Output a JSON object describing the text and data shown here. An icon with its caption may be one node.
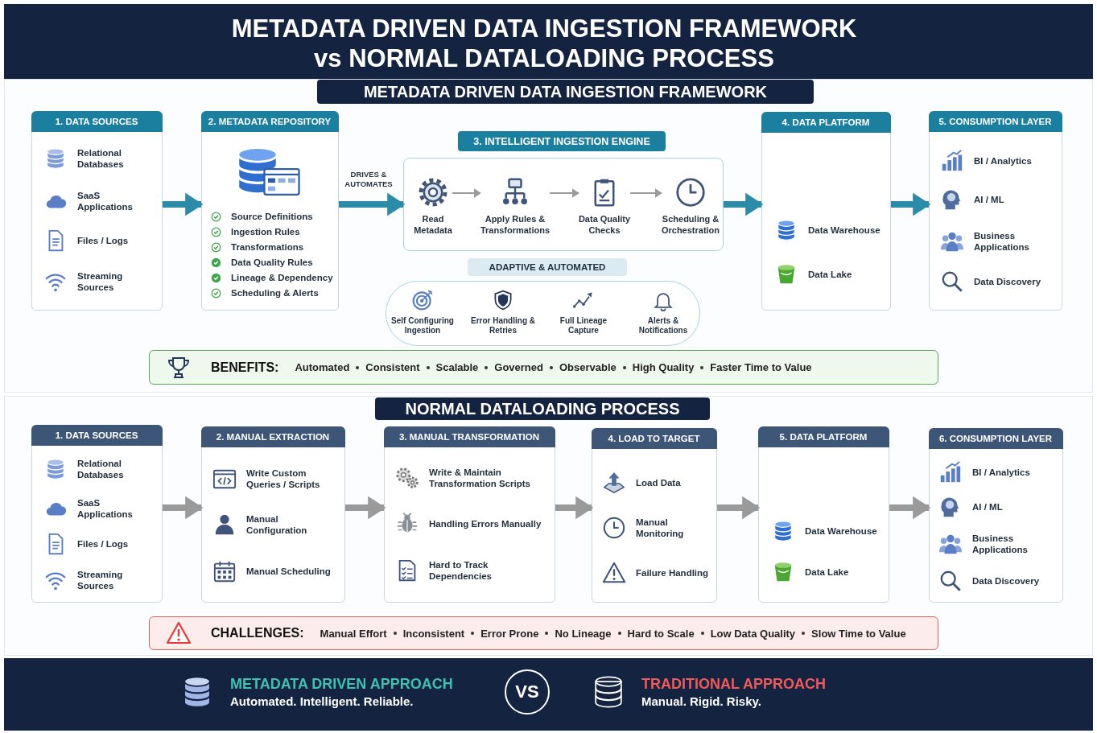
{
  "diagram": {
    "title": "METADATA DRIVEN DATA INGESTION FRAMEWORK vs NORMAL DATALOADING PROCESS",
    "nodes": [
      {
        "text": [
          "METADATA DRIVEN DATA INGESTION FRAMEWORK"
        ]
      },
      {
        "text": [
          "1. DATA SOURCES"
        ],
        "in": 0
      },
      {
        "text": [
          "Relational Databases"
        ],
        "in": 1
      },
      {
        "text": [
          "SaaS Applications"
        ],
        "in": 1
      },
      {
        "text": [
          "Files / Logs"
        ],
        "in": 1
      },
      {
        "text": [
          "Streaming Sources"
        ],
        "in": 1
      },
      {
        "text": [
          "2. METADATA REPOSITORY"
        ],
        "in": 0
      },
      {
        "text": [
          "Source Definitions"
        ],
        "in": 6
      },
      {
        "text": [
          "Ingestion Rules"
        ],
        "in": 6
      },
      {
        "text": [
          "Transformations"
        ],
        "in": 6
      },
      {
        "text": [
          "Data Quality Rules"
        ],
        "in": 6
      },
      {
        "text": [
          "Lineage & Dependency"
        ],
        "in": 6
      },
      {
        "text": [
          "Scheduling & Alerts"
        ],
        "in": 6
      },
      {
        "text": [
          "3. INTELLIGENT INGESTION ENGINE"
        ],
        "in": 0
      },
      {
        "text": [
          "Read Metadata"
        ],
        "in": 13
      },
      {
        "text": [
          "Apply Rules & Transformations"
        ],
        "in": 13
      },
      {
        "text": [
          "Data Quality Checks"
        ],
        "in": 13
      },
      {
        "text": [
          "Scheduling & Orchestration"
        ],
        "in": 13
      },
      {
        "text": [
          "ADAPTIVE & AUTOMATED"
        ],
        "in": 0
      },
      {
        "text": [
          "Self Configuring Ingestion"
        ],
        "in": 18
      },
      {
        "text": [
          "Error Handling & Retries"
        ],
        "in": 18
      },
      {
        "text": [
          "Full Lineage Capture"
        ],
        "in": 18
      },
      {
        "text": [
          "Alerts & Notifications"
        ],
        "in": 18
      },
      {
        "text": [
          "4. DATA PLATFORM"
        ],
        "in": 0
      },
      {
        "text": [
          "Data Warehouse"
        ],
        "in": 23
      },
      {
        "text": [
          "Data Lake"
        ],
        "in": 23
      },
      {
        "text": [
          "5. CONSUMPTION LAYER"
        ],
        "in": 0
      },
      {
        "text": [
          "BI / Analytics"
        ],
        "in": 26
      },
      {
        "text": [
          "AI / ML"
        ],
        "in": 26
      },
      {
        "text": [
          "Business Applications"
        ],
        "in": 26
      },
      {
        "text": [
          "Data Discovery"
        ],
        "in": 26
      },
      {
        "text": [
          "BENEFITS:",
          "Automated",
          "Consistent",
          "Scalable",
          "Governed",
          "Observable",
          "High Quality",
          "Faster Time to Value"
        ],
        "in": 0
      },
      {
        "text": [
          "NORMAL DATALOADING PROCESS"
        ]
      },
      {
        "text": [
          "1. DATA SOURCES"
        ],
        "in": 32
      },
      {
        "text": [
          "Relational Databases"
        ],
        "in": 33
      },
      {
        "text": [
          "SaaS Applications"
        ],
        "in": 33
      },
      {
        "text": [
          "Files / Logs"
        ],
        "in": 33
      },
      {
        "text": [
          "Streaming Sources"
        ],
        "in": 33
      },
      {
        "text": [
          "2. MANUAL EXTRACTION"
        ],
        "in": 32
      },
      {
        "text": [
          "Write Custom Queries / Scripts"
        ],
        "in": 38
      },
      {
        "text": [
          "Manual Configuration"
        ],
        "in": 38
      },
      {
        "text": [
          "Manual Scheduling"
        ],
        "in": 38
      },
      {
        "text": [
          "3. MANUAL TRANSFORMATION"
        ],
        "in": 32
      },
      {
        "text": [
          "Write & Maintain Transformation Scripts"
        ],
        "in": 42
      },
      {
        "text": [
          "Handling Errors Manually"
        ],
        "in": 42
      },
      {
        "text": [
          "Hard to Track Dependencies"
        ],
        "in": 42
      },
      {
        "text": [
          "4. LOAD TO TARGET"
        ],
        "in": 32
      },
      {
        "text": [
          "Load Data"
        ],
        "in": 46
      },
      {
        "text": [
          "Manual Monitoring"
        ],
        "in": 46
      },
      {
        "text": [
          "Failure Handling"
        ],
        "in": 46
      },
      {
        "text": [
          "5. DATA PLATFORM"
        ],
        "in": 32
      },
      {
        "text": [
          "Data Warehouse"
        ],
        "in": 50
      },
      {
        "text": [
          "Data Lake"
        ],
        "in": 50
      },
      {
        "text": [
          "6. CONSUMPTION LAYER"
        ],
        "in": 32
      },
      {
        "text": [
          "BI / Analytics"
        ],
        "in": 53
      },
      {
        "text": [
          "AI / ML"
        ],
        "in": 53
      },
      {
        "text": [
          "Business Applications"
        ],
        "in": 53
      },
      {
        "text": [
          "Data Discovery"
        ],
        "in": 53
      },
      {
        "text": [
          "CHALLENGES:",
          "Manual Effort",
          "Inconsistent",
          "Error Prone",
          "No Lineage",
          "Hard to Scale",
          "Low Data Quality",
          "Slow Time to Value"
        ],
        "in": 32
      },
      {
        "text": [
          "METADATA DRIVEN APPROACH",
          "Automated. Intelligent. Reliable."
        ]
      },
      {
        "text": [
          "VS"
        ]
      },
      {
        "text": [
          "TRADITIONAL APPROACH",
          "Manual. Rigid. Risky."
        ]
      }
    ],
    "edges": [
      {
        "from": 1,
        "to": 6,
        "arrow": "to",
        "color": "#2b8ca8"
      },
      {
        "from": 6,
        "to": 13,
        "arrow": "to",
        "label": "DRIVES & AUTOMATES",
        "color": "#2b8ca8"
      },
      {
        "from": 14,
        "to": 15,
        "arrow": "to"
      },
      {
        "from": 15,
        "to": 16,
        "arrow": "to"
      },
      {
        "from": 16,
        "to": 17,
        "arrow": "to"
      },
      {
        "from": 13,
        "to": 23,
        "arrow": "to",
        "color": "#2b8ca8"
      },
      {
        "from": 23,
        "to": 26,
        "arrow": "to",
        "color": "#2b8ca8"
      },
      {
        "from": 33,
        "to": 38,
        "arrow": "to"
      },
      {
        "from": 38,
        "to": 42,
        "arrow": "to"
      },
      {
        "from": 42,
        "to": 46,
        "arrow": "to"
      },
      {
        "from": 46,
        "to": 50,
        "arrow": "to"
      },
      {
        "from": 50,
        "to": 53,
        "arrow": "to"
      }
    ]
  }
}
